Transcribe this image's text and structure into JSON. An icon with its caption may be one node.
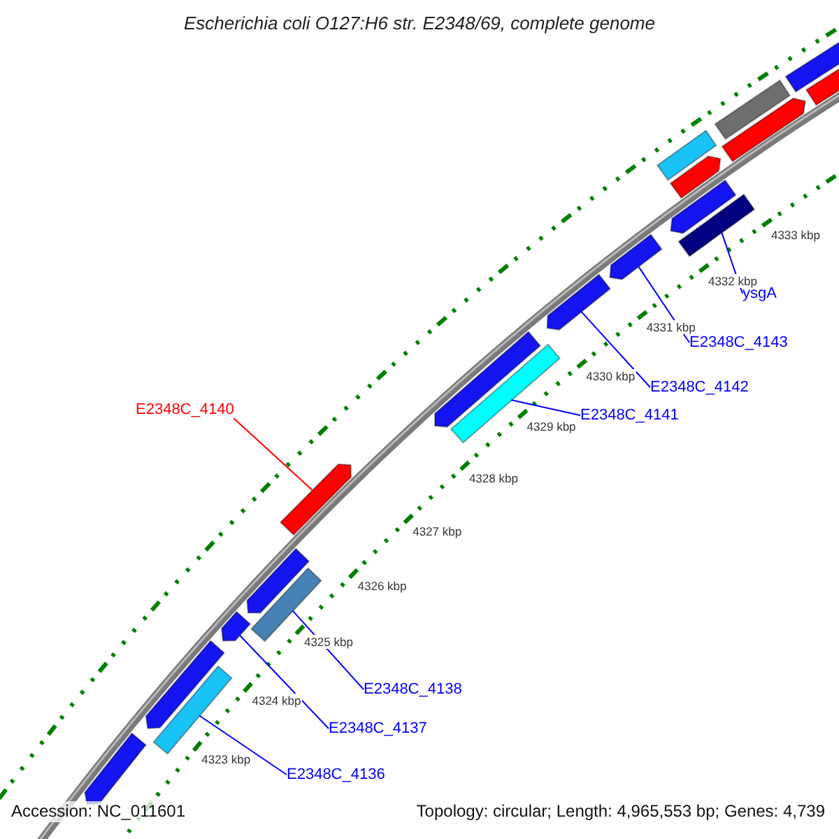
{
  "diagram": {
    "title": "Escherichia coli O127:H6 str. E2348/69, complete genome",
    "nodes": [
      {
        "text": [
          "ysgA"
        ]
      },
      {
        "text": [
          "E2348C_4143"
        ]
      },
      {
        "text": [
          "E2348C_4142"
        ]
      },
      {
        "text": [
          "E2348C_4141"
        ]
      },
      {
        "text": [
          "E2348C_4140"
        ]
      },
      {
        "text": [
          "E2348C_4138"
        ]
      },
      {
        "text": [
          "E2348C_4137"
        ]
      },
      {
        "text": [
          "E2348C_4136"
        ]
      },
      {
        "text": [],
        "shape": "bar"
      },
      {
        "text": [],
        "shape": "arrow"
      },
      {
        "text": [],
        "shape": "bar"
      },
      {
        "text": [],
        "shape": "arrow"
      },
      {
        "text": [],
        "shape": "bar"
      },
      {
        "text": [],
        "shape": "arrow"
      },
      {
        "text": [],
        "shape": "arrow"
      },
      {
        "text": [],
        "shape": "bar"
      },
      {
        "text": [],
        "shape": "arrow"
      },
      {
        "text": [],
        "shape": "arrow"
      },
      {
        "text": [],
        "shape": "arrow"
      },
      {
        "text": [],
        "shape": "bar"
      },
      {
        "text": [],
        "shape": "arrow"
      },
      {
        "text": [],
        "shape": "arrow"
      },
      {
        "text": [],
        "shape": "bar"
      },
      {
        "text": [],
        "shape": "arrow"
      },
      {
        "text": [],
        "shape": "arrow"
      },
      {
        "text": [],
        "shape": "bar"
      },
      {
        "text": [],
        "shape": "arrow"
      }
    ],
    "edges": [
      {
        "from": 0,
        "to": 15,
        "arrow": "none"
      },
      {
        "from": 1,
        "to": 16,
        "arrow": "none"
      },
      {
        "from": 2,
        "to": 17,
        "arrow": "none"
      },
      {
        "from": 3,
        "to": 19,
        "arrow": "none"
      },
      {
        "from": 4,
        "to": 20,
        "arrow": "none",
        "color": "#ff0000"
      },
      {
        "from": 5,
        "to": 22,
        "arrow": "none"
      },
      {
        "from": 6,
        "to": 23,
        "arrow": "none"
      },
      {
        "from": 7,
        "to": 25,
        "arrow": "none"
      }
    ],
    "labels": [
      "4333 kbp",
      "4332 kbp",
      "4331 kbp",
      "4330 kbp",
      "4329 kbp",
      "4328 kbp",
      "4327 kbp",
      "4326 kbp",
      "4325 kbp",
      "4324 kbp",
      "4323 kbp",
      "Accession: NC_011601",
      "Topology: circular; Length: 4,965,553 bp; Genes: 4,739"
    ]
  }
}
